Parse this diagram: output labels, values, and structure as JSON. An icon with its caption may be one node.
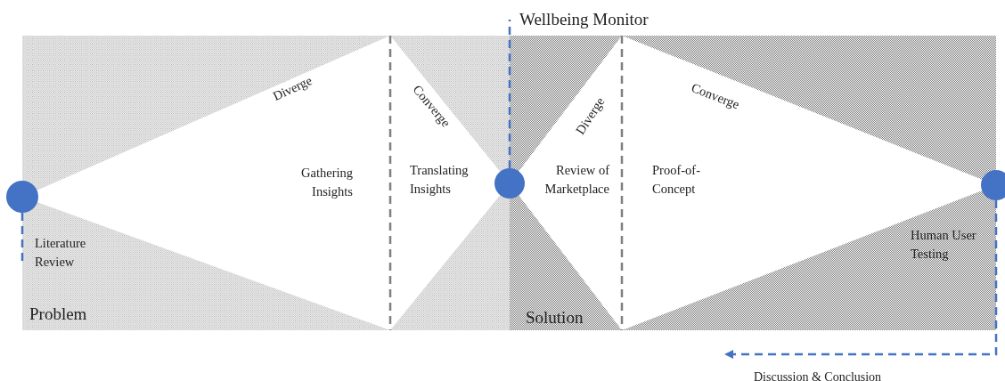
{
  "diagram": {
    "nodes": [
      {
        "text": [],
        "shape": "circle"
      },
      {
        "text": [],
        "shape": "circle"
      },
      {
        "text": [],
        "shape": "circle"
      }
    ],
    "edges": [
      {
        "from": 0,
        "to": null,
        "arrow": "none",
        "style": "dashed"
      },
      {
        "from": 1,
        "to": null,
        "arrow": "none",
        "style": "dashed"
      },
      {
        "from": 2,
        "to": null,
        "arrow": "to",
        "style": "dashed"
      }
    ],
    "labels": [
      "Wellbeing Monitor",
      "Diverge",
      "Converge",
      "Diverge",
      "Converge",
      "Gathering Insights",
      "Translating Insights",
      "Review of Marketplace",
      "Proof-of-Concept",
      "Literature Review",
      "Human User Testing",
      "Problem",
      "Solution",
      "Discussion & Conclusion"
    ]
  }
}
